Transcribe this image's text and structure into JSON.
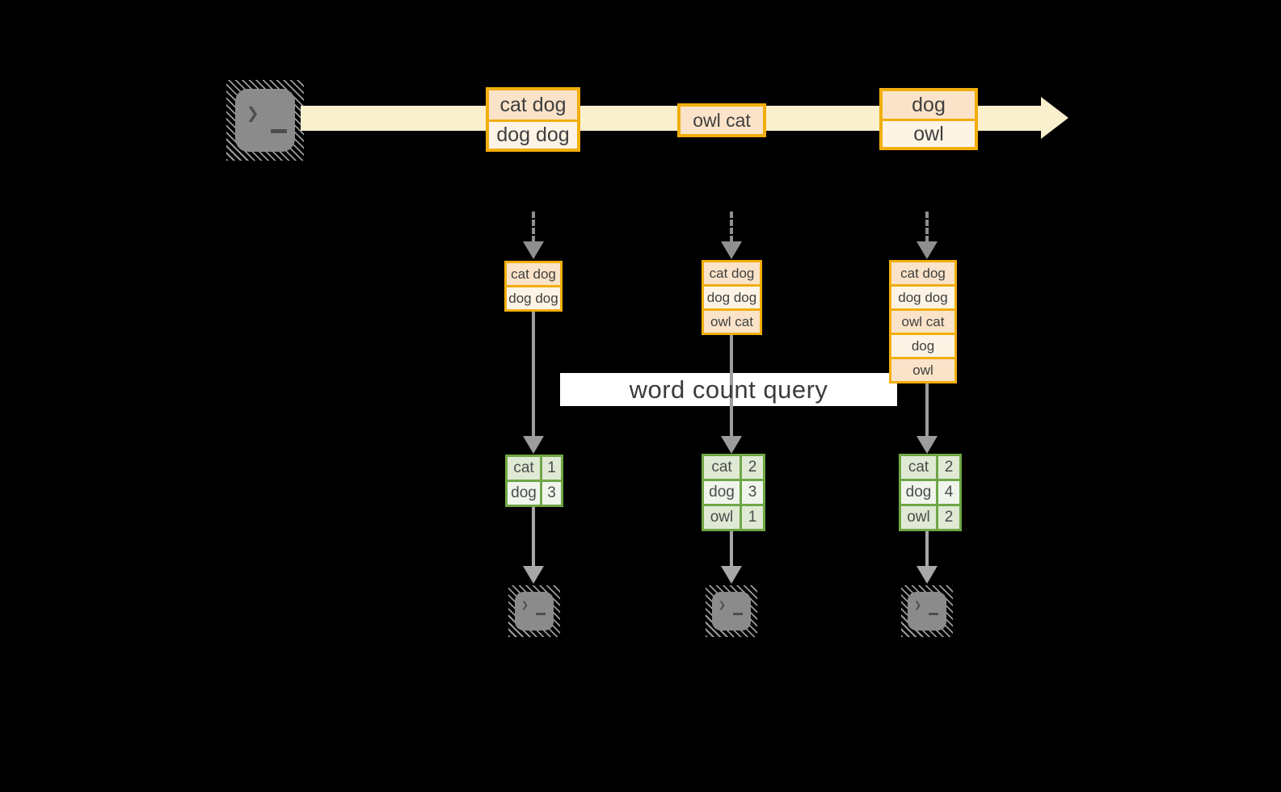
{
  "query_label": "word count query",
  "icons": {
    "source_terminal": "terminal-prompt-icon",
    "output_terminal": "terminal-prompt-icon",
    "terminal_glyph": "❯",
    "timeline_arrow": "right-arrow"
  },
  "colors": {
    "background": "#000000",
    "stream_band": "#fbf0cd",
    "batch_border": "#f1ae0c",
    "batch_fill_dark": "#fae3c8",
    "batch_fill_light": "#fdf4e6",
    "table_border": "#6fa746",
    "table_fill_dark": "#dfe9d4",
    "table_fill_light": "#f0f5ec",
    "arrow_gray": "#9c9c9c",
    "terminal_gray": "#8b8b8b",
    "query_banner_bg": "#ffffff"
  },
  "timeline_batches": [
    {
      "cells": [
        "cat dog",
        "dog dog"
      ]
    },
    {
      "cells": [
        "owl cat"
      ]
    },
    {
      "cells": [
        "dog",
        "owl"
      ]
    }
  ],
  "columns": [
    {
      "batch_cells": [
        "cat dog",
        "dog dog"
      ],
      "counts": [
        {
          "word": "cat",
          "count": 1
        },
        {
          "word": "dog",
          "count": 3
        }
      ]
    },
    {
      "batch_cells": [
        "cat dog",
        "dog dog",
        "owl cat"
      ],
      "counts": [
        {
          "word": "cat",
          "count": 2
        },
        {
          "word": "dog",
          "count": 3
        },
        {
          "word": "owl",
          "count": 1
        }
      ]
    },
    {
      "batch_cells": [
        "cat dog",
        "dog dog",
        "owl cat",
        "dog",
        "owl"
      ],
      "counts": [
        {
          "word": "cat",
          "count": 2
        },
        {
          "word": "dog",
          "count": 4
        },
        {
          "word": "owl",
          "count": 2
        }
      ]
    }
  ]
}
